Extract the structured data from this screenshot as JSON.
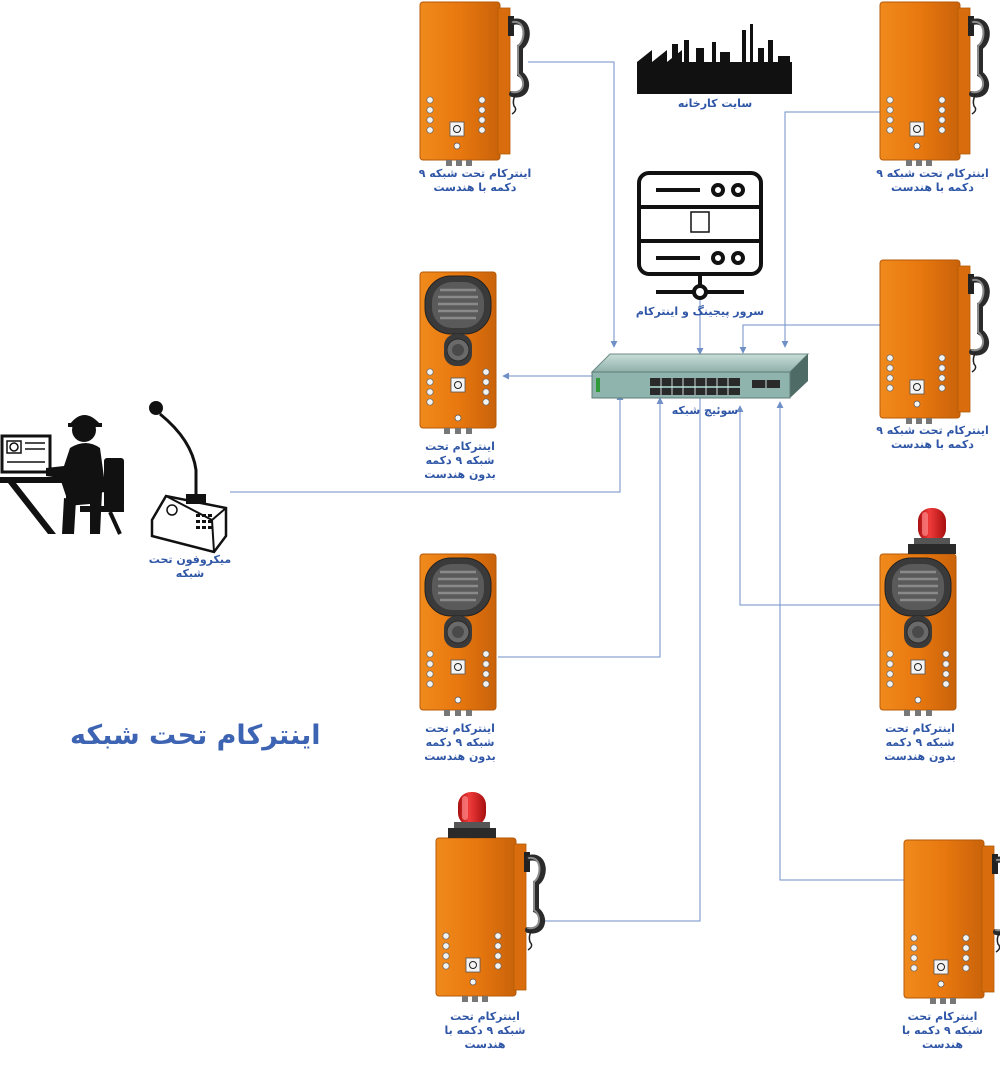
{
  "title": "اینترکام تحت شبکه",
  "labels": {
    "factory": "سایت کارخانه",
    "server": "سرور پیجینگ و اینترکام",
    "switch": "سوئیچ شبکه",
    "microphone": [
      "میکروفون تحت",
      "شبکه"
    ],
    "intercom_top_left": [
      "اینترکام تحت شبکه ۹",
      "دکمه با هندست"
    ],
    "intercom_top_right": [
      "اینترکام تحت شبکه ۹",
      "دکمه با هندست"
    ],
    "intercom_mid_right": [
      "اینترکام تحت شبکه ۹",
      "دکمه با هندست"
    ],
    "intercom_speaker_top": [
      "اینترکام تحت",
      "شبکه ۹ دکمه",
      "بدون هندست"
    ],
    "intercom_speaker_mid": [
      "اینترکام تحت",
      "شبکه ۹ دکمه",
      "بدون هندست"
    ],
    "intercom_speaker_right": [
      "اینترکام تحت",
      "شبکه ۹ دکمه",
      "بدون هندست"
    ],
    "intercom_beacon_bottom": [
      "اینترکام تحت",
      "شبکه ۹ دکمه با",
      "هندست"
    ],
    "intercom_bottom_right": [
      "اینترکام تحت",
      "شبکه ۹ دکمه با",
      "هندست"
    ]
  },
  "colors": {
    "device_orange": "#e8780f",
    "device_dark": "#c25e08",
    "link_line": "#6f8fc7",
    "label_blue": "#2f56a6",
    "beacon_red": "#d41c1c"
  }
}
